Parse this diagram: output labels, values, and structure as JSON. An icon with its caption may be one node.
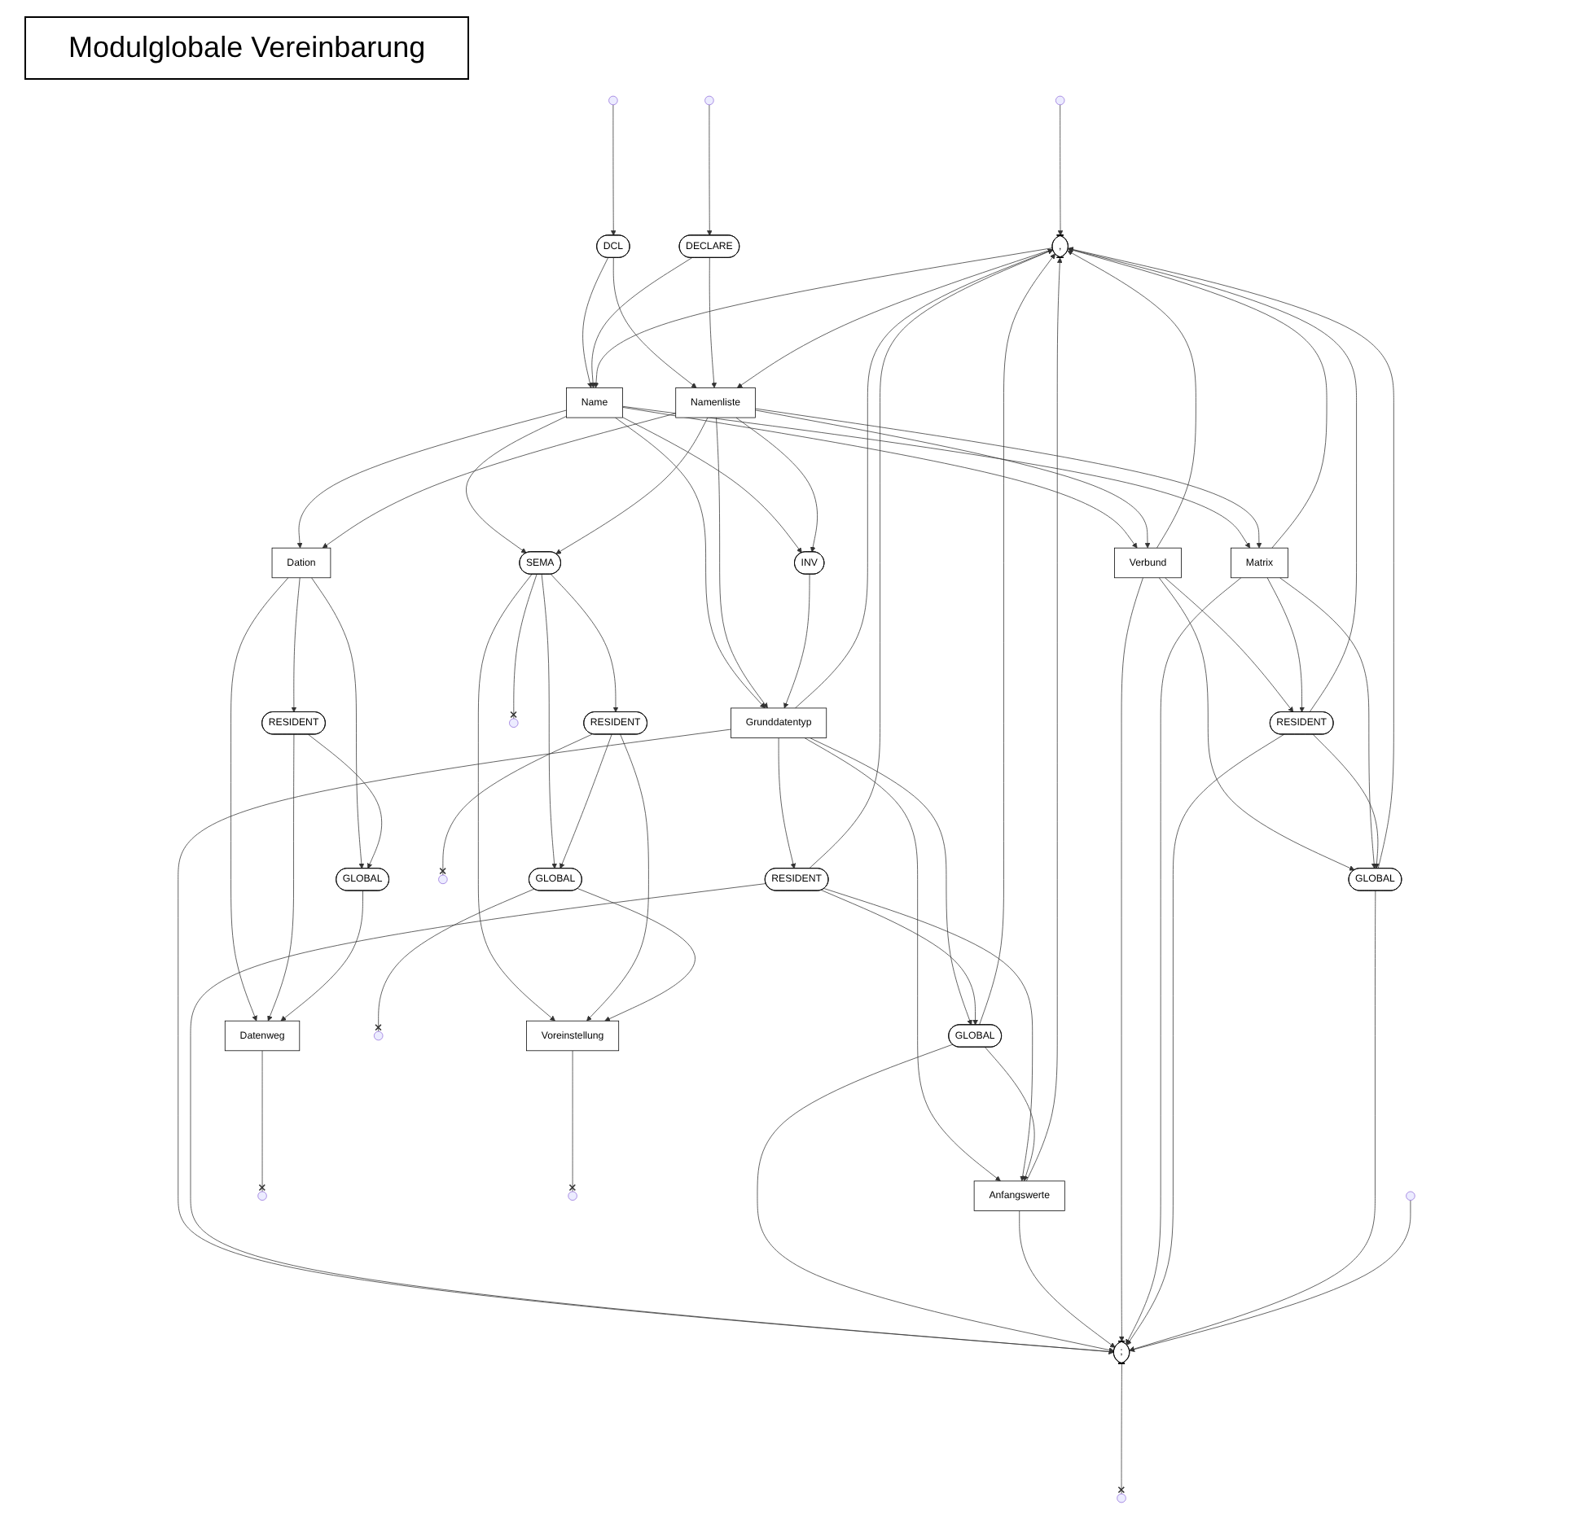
{
  "diagram": {
    "title": "Modulglobale Vereinbarung",
    "nodes": [
      {
        "text": [
          ","
        ]
      },
      {
        "text": [
          "DCL"
        ]
      },
      {
        "text": [
          "DECLARE"
        ]
      },
      {
        "text": [
          "Name"
        ]
      },
      {
        "text": [
          "Namenliste"
        ]
      },
      {
        "text": [
          "INV"
        ]
      },
      {
        "text": [
          "Grunddatentyp"
        ]
      },
      {
        "text": [
          "RESIDENT"
        ]
      },
      {
        "text": [
          "GLOBAL"
        ]
      },
      {
        "text": [
          "Anfangswerte"
        ]
      },
      {
        "text": [
          ";"
        ]
      },
      {
        "text": [
          "Verbund"
        ]
      },
      {
        "text": [
          "Matrix"
        ]
      },
      {
        "text": [
          "RESIDENT"
        ]
      },
      {
        "text": [
          "GLOBAL"
        ]
      },
      {
        "text": [
          "Dation"
        ]
      },
      {
        "text": [
          "RESIDENT"
        ]
      },
      {
        "text": [
          "GLOBAL"
        ]
      },
      {
        "text": [
          "Datenweg"
        ]
      },
      {
        "text": [
          "SEMA"
        ]
      },
      {
        "text": [
          "RESIDENT"
        ]
      },
      {
        "text": [
          "GLOBAL"
        ]
      },
      {
        "text": [
          "Voreinstellung"
        ]
      }
    ],
    "edges": [
      {
        "from": null,
        "to": 1,
        "arrow": "to"
      },
      {
        "from": null,
        "to": 2,
        "arrow": "to"
      },
      {
        "from": 1,
        "to": 3,
        "arrow": "to"
      },
      {
        "from": 1,
        "to": 4,
        "arrow": "to"
      },
      {
        "from": 2,
        "to": 3,
        "arrow": "to"
      },
      {
        "from": 2,
        "to": 4,
        "arrow": "to"
      },
      {
        "from": 0,
        "to": 3,
        "arrow": "to"
      },
      {
        "from": 0,
        "to": 4,
        "arrow": "to"
      },
      {
        "from": 3,
        "to": 5,
        "arrow": "to"
      },
      {
        "from": 3,
        "to": 6,
        "arrow": "to"
      },
      {
        "from": 3,
        "to": 11,
        "arrow": "to"
      },
      {
        "from": 3,
        "to": 12,
        "arrow": "to"
      },
      {
        "from": 3,
        "to": 15,
        "arrow": "to"
      },
      {
        "from": 3,
        "to": 19,
        "arrow": "to"
      },
      {
        "from": 4,
        "to": 5,
        "arrow": "to"
      },
      {
        "from": 4,
        "to": 6,
        "arrow": "to"
      },
      {
        "from": 4,
        "to": 11,
        "arrow": "to"
      },
      {
        "from": 4,
        "to": 12,
        "arrow": "to"
      },
      {
        "from": 4,
        "to": 15,
        "arrow": "to"
      },
      {
        "from": 4,
        "to": 19,
        "arrow": "to"
      },
      {
        "from": 5,
        "to": 6,
        "arrow": "to"
      },
      {
        "from": 6,
        "to": 7,
        "arrow": "to"
      },
      {
        "from": 6,
        "to": 8,
        "arrow": "to"
      },
      {
        "from": 6,
        "to": 9,
        "arrow": "to"
      },
      {
        "from": 6,
        "to": 10,
        "arrow": "to"
      },
      {
        "from": 6,
        "to": 0,
        "arrow": "to"
      },
      {
        "from": 7,
        "to": 8,
        "arrow": "to"
      },
      {
        "from": 7,
        "to": 9,
        "arrow": "to"
      },
      {
        "from": 7,
        "to": 10,
        "arrow": "to"
      },
      {
        "from": 7,
        "to": 0,
        "arrow": "to"
      },
      {
        "from": 8,
        "to": 9,
        "arrow": "to"
      },
      {
        "from": 8,
        "to": 10,
        "arrow": "to"
      },
      {
        "from": 8,
        "to": 0,
        "arrow": "to"
      },
      {
        "from": 9,
        "to": 10,
        "arrow": "to"
      },
      {
        "from": 9,
        "to": 0,
        "arrow": "to"
      },
      {
        "from": 10,
        "to": null,
        "arrow": "other"
      },
      {
        "from": 11,
        "to": 13,
        "arrow": "to"
      },
      {
        "from": 11,
        "to": 14,
        "arrow": "to"
      },
      {
        "from": 11,
        "to": 10,
        "arrow": "to"
      },
      {
        "from": 11,
        "to": 0,
        "arrow": "to"
      },
      {
        "from": 12,
        "to": 13,
        "arrow": "to"
      },
      {
        "from": 12,
        "to": 14,
        "arrow": "to"
      },
      {
        "from": 12,
        "to": 10,
        "arrow": "to"
      },
      {
        "from": 12,
        "to": 0,
        "arrow": "to"
      },
      {
        "from": 13,
        "to": 14,
        "arrow": "to"
      },
      {
        "from": 13,
        "to": 10,
        "arrow": "to"
      },
      {
        "from": 13,
        "to": 0,
        "arrow": "to"
      },
      {
        "from": 14,
        "to": 10,
        "arrow": "to"
      },
      {
        "from": 14,
        "to": 0,
        "arrow": "to"
      },
      {
        "from": null,
        "to": 10,
        "arrow": "to"
      },
      {
        "from": null,
        "to": 0,
        "arrow": "to"
      },
      {
        "from": 15,
        "to": 16,
        "arrow": "to"
      },
      {
        "from": 15,
        "to": 17,
        "arrow": "to"
      },
      {
        "from": 15,
        "to": 18,
        "arrow": "to"
      },
      {
        "from": 16,
        "to": 17,
        "arrow": "to"
      },
      {
        "from": 16,
        "to": 18,
        "arrow": "to"
      },
      {
        "from": 17,
        "to": 18,
        "arrow": "to"
      },
      {
        "from": 18,
        "to": null,
        "arrow": "other"
      },
      {
        "from": 19,
        "to": 20,
        "arrow": "to"
      },
      {
        "from": 19,
        "to": 21,
        "arrow": "to"
      },
      {
        "from": 19,
        "to": 22,
        "arrow": "to"
      },
      {
        "from": 19,
        "to": null,
        "arrow": "other"
      },
      {
        "from": 20,
        "to": 21,
        "arrow": "to"
      },
      {
        "from": 20,
        "to": 22,
        "arrow": "to"
      },
      {
        "from": 20,
        "to": null,
        "arrow": "other"
      },
      {
        "from": 21,
        "to": 22,
        "arrow": "to"
      },
      {
        "from": 21,
        "to": null,
        "arrow": "other"
      },
      {
        "from": 22,
        "to": null,
        "arrow": "other"
      }
    ]
  }
}
